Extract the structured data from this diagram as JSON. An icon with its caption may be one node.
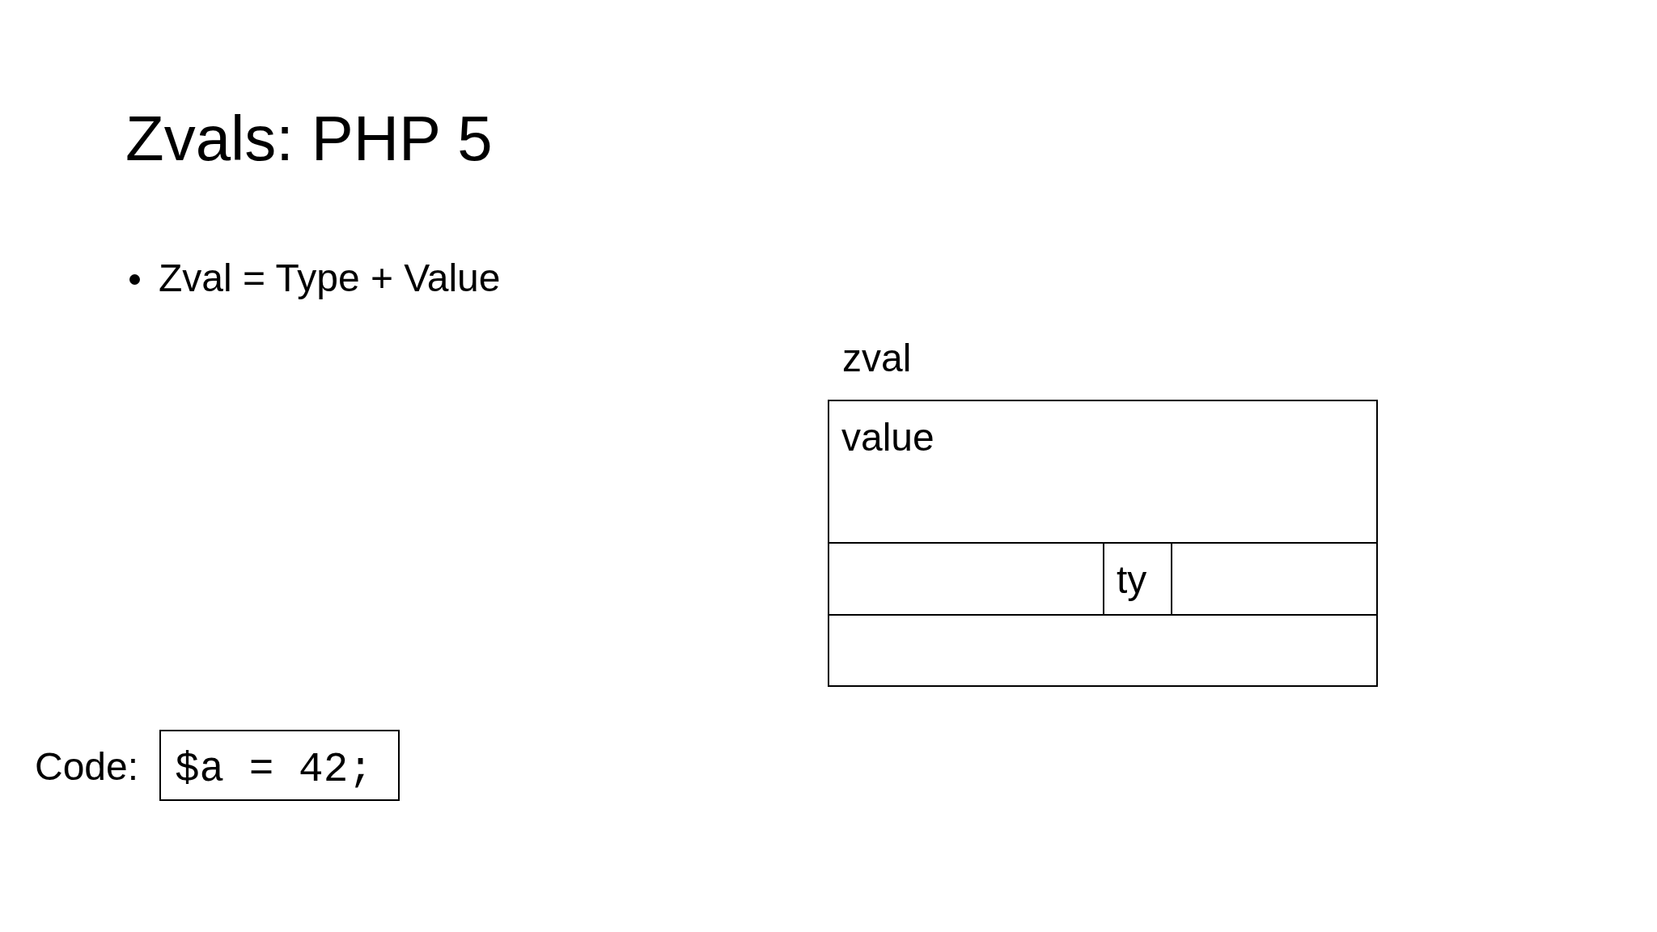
{
  "diagram": {
    "title": "Zvals: PHP 5",
    "nodes": [
      {
        "text": [
          "zval"
        ]
      },
      {
        "text": [
          "value"
        ],
        "in": 0
      },
      {
        "text": [],
        "shape": "box",
        "in": 0
      },
      {
        "text": [
          "ty"
        ],
        "in": 0
      },
      {
        "text": [],
        "shape": "box",
        "in": 0
      },
      {
        "text": [],
        "shape": "box",
        "in": 0
      },
      {
        "text": [
          "$a = 42;"
        ],
        "beside": [
          "Code:"
        ]
      }
    ],
    "labels": [
      "Zval = Type + Value"
    ]
  }
}
